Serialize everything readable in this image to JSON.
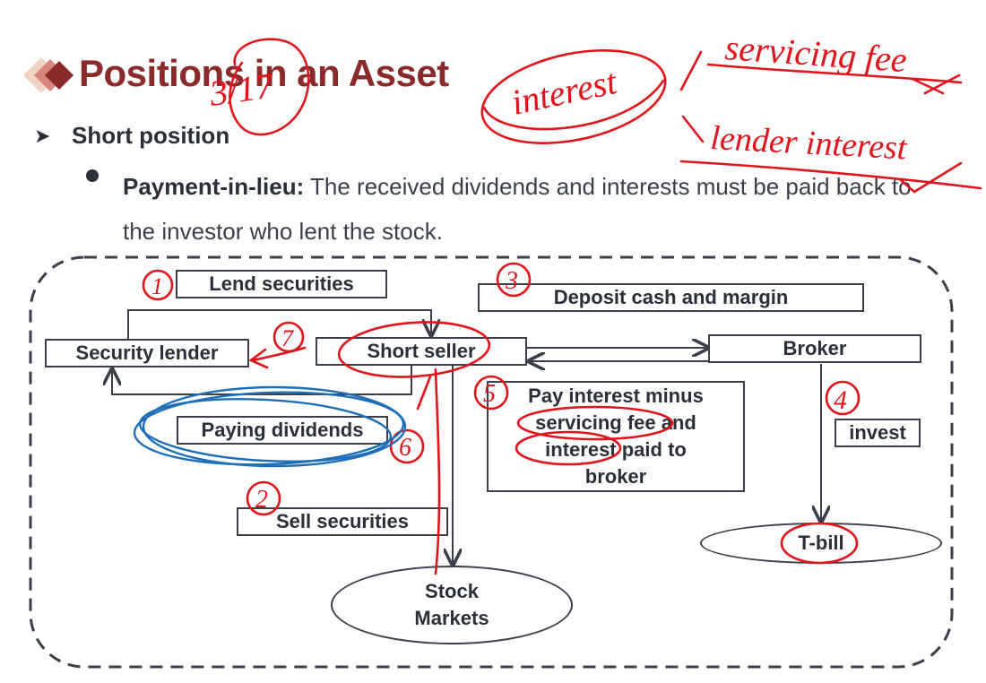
{
  "slide": {
    "title": "Positions in an Asset",
    "bullet": "Short position",
    "subbullet_term": "Payment-in-lieu:",
    "subbullet_text": " The received dividends and interests must be paid back to the investor who lent the stock."
  },
  "diagram": {
    "lend_securities": "Lend securities",
    "deposit_cash": "Deposit cash and margin",
    "security_lender": "Security lender",
    "short_seller": "Short seller",
    "broker": "Broker",
    "pay_interest_line1": "Pay interest minus",
    "pay_interest_line2": "servicing fee and",
    "pay_interest_line3": "interest paid to",
    "pay_interest_line4": "broker",
    "paying_dividends": "Paying dividends",
    "invest": "invest",
    "sell_securities": "Sell securities",
    "t_bill": "T-bill",
    "stock_markets_line1": "Stock",
    "stock_markets_line2": "Markets"
  },
  "annotations": {
    "date": "3/17",
    "interest": "interest",
    "servicing_fee": "servicing fee",
    "lender_interest": "lender interest",
    "step_numbers": [
      "1",
      "2",
      "3",
      "4",
      "5",
      "6",
      "7"
    ]
  },
  "colors": {
    "title": "#8b2a2a",
    "text": "#2b2f3a",
    "ink_red": "#e0141c",
    "ink_blue": "#1f6fb8"
  }
}
